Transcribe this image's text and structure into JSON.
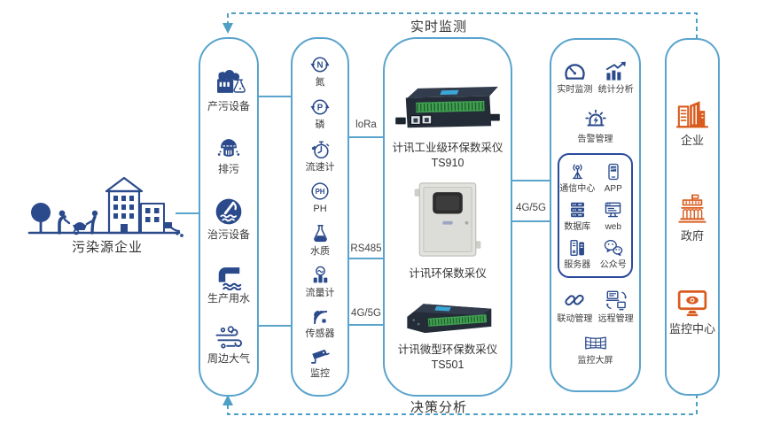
{
  "palette": {
    "box_border": "#5aa3cd",
    "inner_box_border": "#2b4a9e",
    "icon_navy": "#2a4a8b",
    "icon_orange": "#d95b1e",
    "dashed_flow": "#4e9fc4",
    "label_text": "#3a3a3a",
    "terminal_green": "#41a052",
    "device_dark": "#242c38",
    "screen_blue": "#3aa7d8",
    "cabinet_gray": "#e2e2de"
  },
  "flows": {
    "top": {
      "label": "实时监测"
    },
    "bottom": {
      "label": "决策分析"
    }
  },
  "pollution_source": {
    "label": "污染源企业",
    "icon": "village-factory-illustration"
  },
  "source_column": {
    "items": [
      {
        "label": "产污设备",
        "icon": "factory-flask-icon"
      },
      {
        "label": "排污",
        "icon": "sewage-discharge-icon"
      },
      {
        "label": "治污设备",
        "icon": "treatment-equipment-icon"
      },
      {
        "label": "生产用水",
        "icon": "production-water-icon"
      },
      {
        "label": "周边大气",
        "icon": "ambient-air-icon"
      }
    ]
  },
  "sensor_column": {
    "items": [
      {
        "label": "氮",
        "icon": "nitrogen-cycle-icon",
        "glyph": "N"
      },
      {
        "label": "磷",
        "icon": "phosphorus-cycle-icon",
        "glyph": "P"
      },
      {
        "label": "流速计",
        "icon": "flow-velocity-meter-icon"
      },
      {
        "label": "PH",
        "icon": "ph-meter-icon",
        "glyph": "PH"
      },
      {
        "label": "水质",
        "icon": "water-quality-flask-icon"
      },
      {
        "label": "流量计",
        "icon": "flow-meter-icon"
      },
      {
        "label": "传感器",
        "icon": "sensor-waves-icon"
      },
      {
        "label": "监控",
        "icon": "cctv-camera-icon"
      }
    ]
  },
  "uplinks": {
    "lora": "loRa",
    "rs485": "RS485",
    "cellular": "4G/5G",
    "backhaul": "4G/5G"
  },
  "collectors": {
    "items": [
      {
        "name": "计讯工业级环保数采仪",
        "model": "TS910",
        "image": "industrial-collector-photo"
      },
      {
        "name": "计讯环保数采仪",
        "model": "",
        "image": "cabinet-collector-photo"
      },
      {
        "name": "计讯微型环保数采仪",
        "model": "TS501",
        "image": "mini-collector-photo"
      }
    ]
  },
  "platform": {
    "features_top": [
      {
        "label": "实时监测",
        "icon": "gauge-icon"
      },
      {
        "label": "统计分析",
        "icon": "stats-chart-icon"
      },
      {
        "label": "告警管理",
        "icon": "alarm-light-icon"
      }
    ],
    "comm_center": [
      {
        "label": "通信中心",
        "icon": "antenna-icon"
      },
      {
        "label": "APP",
        "icon": "mobile-app-icon",
        "glyph": "APP"
      },
      {
        "label": "数据库",
        "icon": "database-icon"
      },
      {
        "label": "web",
        "icon": "web-monitor-icon"
      },
      {
        "label": "服务器",
        "icon": "server-icon"
      },
      {
        "label": "公众号",
        "icon": "wechat-account-icon"
      }
    ],
    "features_bottom": [
      {
        "label": "联动管理",
        "icon": "linkage-chain-icon"
      },
      {
        "label": "远程管理",
        "icon": "remote-management-icon"
      },
      {
        "label": "监控大屏",
        "icon": "big-screen-icon"
      }
    ]
  },
  "clients": {
    "items": [
      {
        "label": "企业",
        "icon": "enterprise-building-icon"
      },
      {
        "label": "政府",
        "icon": "government-building-icon"
      },
      {
        "label": "监控中心",
        "icon": "monitoring-center-icon"
      }
    ]
  }
}
